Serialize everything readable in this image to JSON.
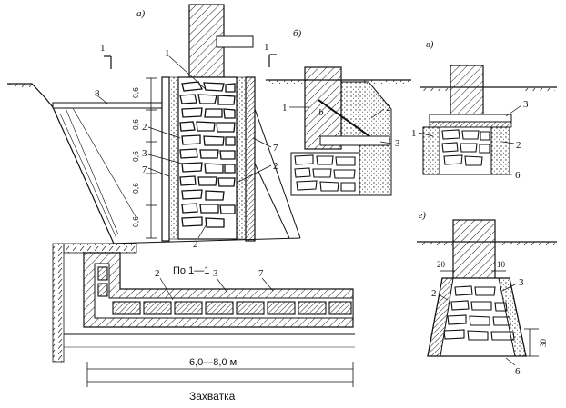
{
  "view_labels": {
    "a": "а)",
    "b": "б)",
    "v": "в)",
    "g": "г)"
  },
  "section_marker": "1",
  "section_caption": "По 1—1",
  "dimension_span": "6,0—8,0 м",
  "zakhvatka": "Захватка",
  "vertical_dims": [
    "0,6",
    "0,6",
    "0,6",
    "0,6",
    "0,6"
  ],
  "dims_g": {
    "left": "20",
    "right": "10",
    "bottom": "30"
  },
  "callouts": {
    "one": "1",
    "two": "2",
    "three": "3",
    "six": "6",
    "seven": "7",
    "eight": "8",
    "b_sub": "b"
  }
}
